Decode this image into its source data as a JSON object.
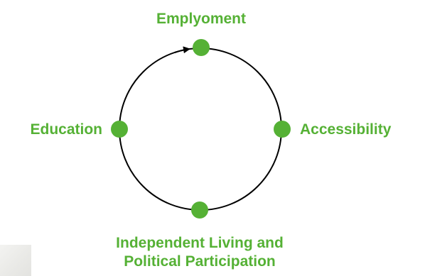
{
  "diagram": {
    "accent_color": "#55b135",
    "line_color": "#000000",
    "nodes": {
      "top": "Emplyoment",
      "right": "Accessibility",
      "left": "Education",
      "bottom_line1": "Independent Living and",
      "bottom_line2": "Political Participation"
    },
    "arrow_direction": "clockwise"
  }
}
